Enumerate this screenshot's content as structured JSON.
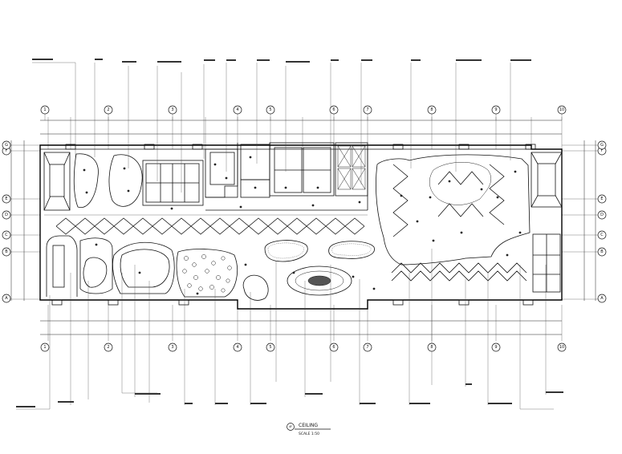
{
  "drawing": {
    "title": "CEILING",
    "scale": "SCALE 1:50",
    "sheet_marker": "4F"
  },
  "grid": {
    "columns": [
      "1",
      "2",
      "3",
      "4",
      "5",
      "6",
      "7",
      "8",
      "9",
      "10"
    ],
    "rows": [
      "A",
      "B",
      "C",
      "D",
      "E",
      "F",
      "G"
    ]
  }
}
